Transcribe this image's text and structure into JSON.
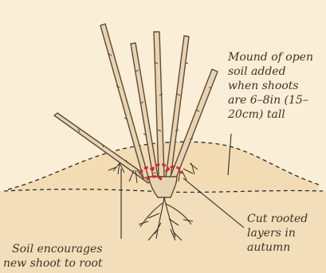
{
  "labels": {
    "mound": {
      "lines": [
        "Mound of open",
        "soil added",
        "when shoots",
        "are 6–8in (15–",
        "20cm) tall"
      ]
    },
    "soil_roots": {
      "lines": [
        "Soil encourages",
        "new shoot to root"
      ]
    },
    "cut_layers": {
      "lines": [
        "Cut rooted",
        "layers in",
        "autumn"
      ]
    }
  },
  "colors": {
    "background": "#fbeed6",
    "mound_fill": "#f3dcb3",
    "ground": "#e6c99a",
    "stem": "#e9d4b2",
    "stem_outline": "#5a4a38",
    "cut_mark": "#d9262d",
    "leader_line": "#2b2b2b"
  }
}
